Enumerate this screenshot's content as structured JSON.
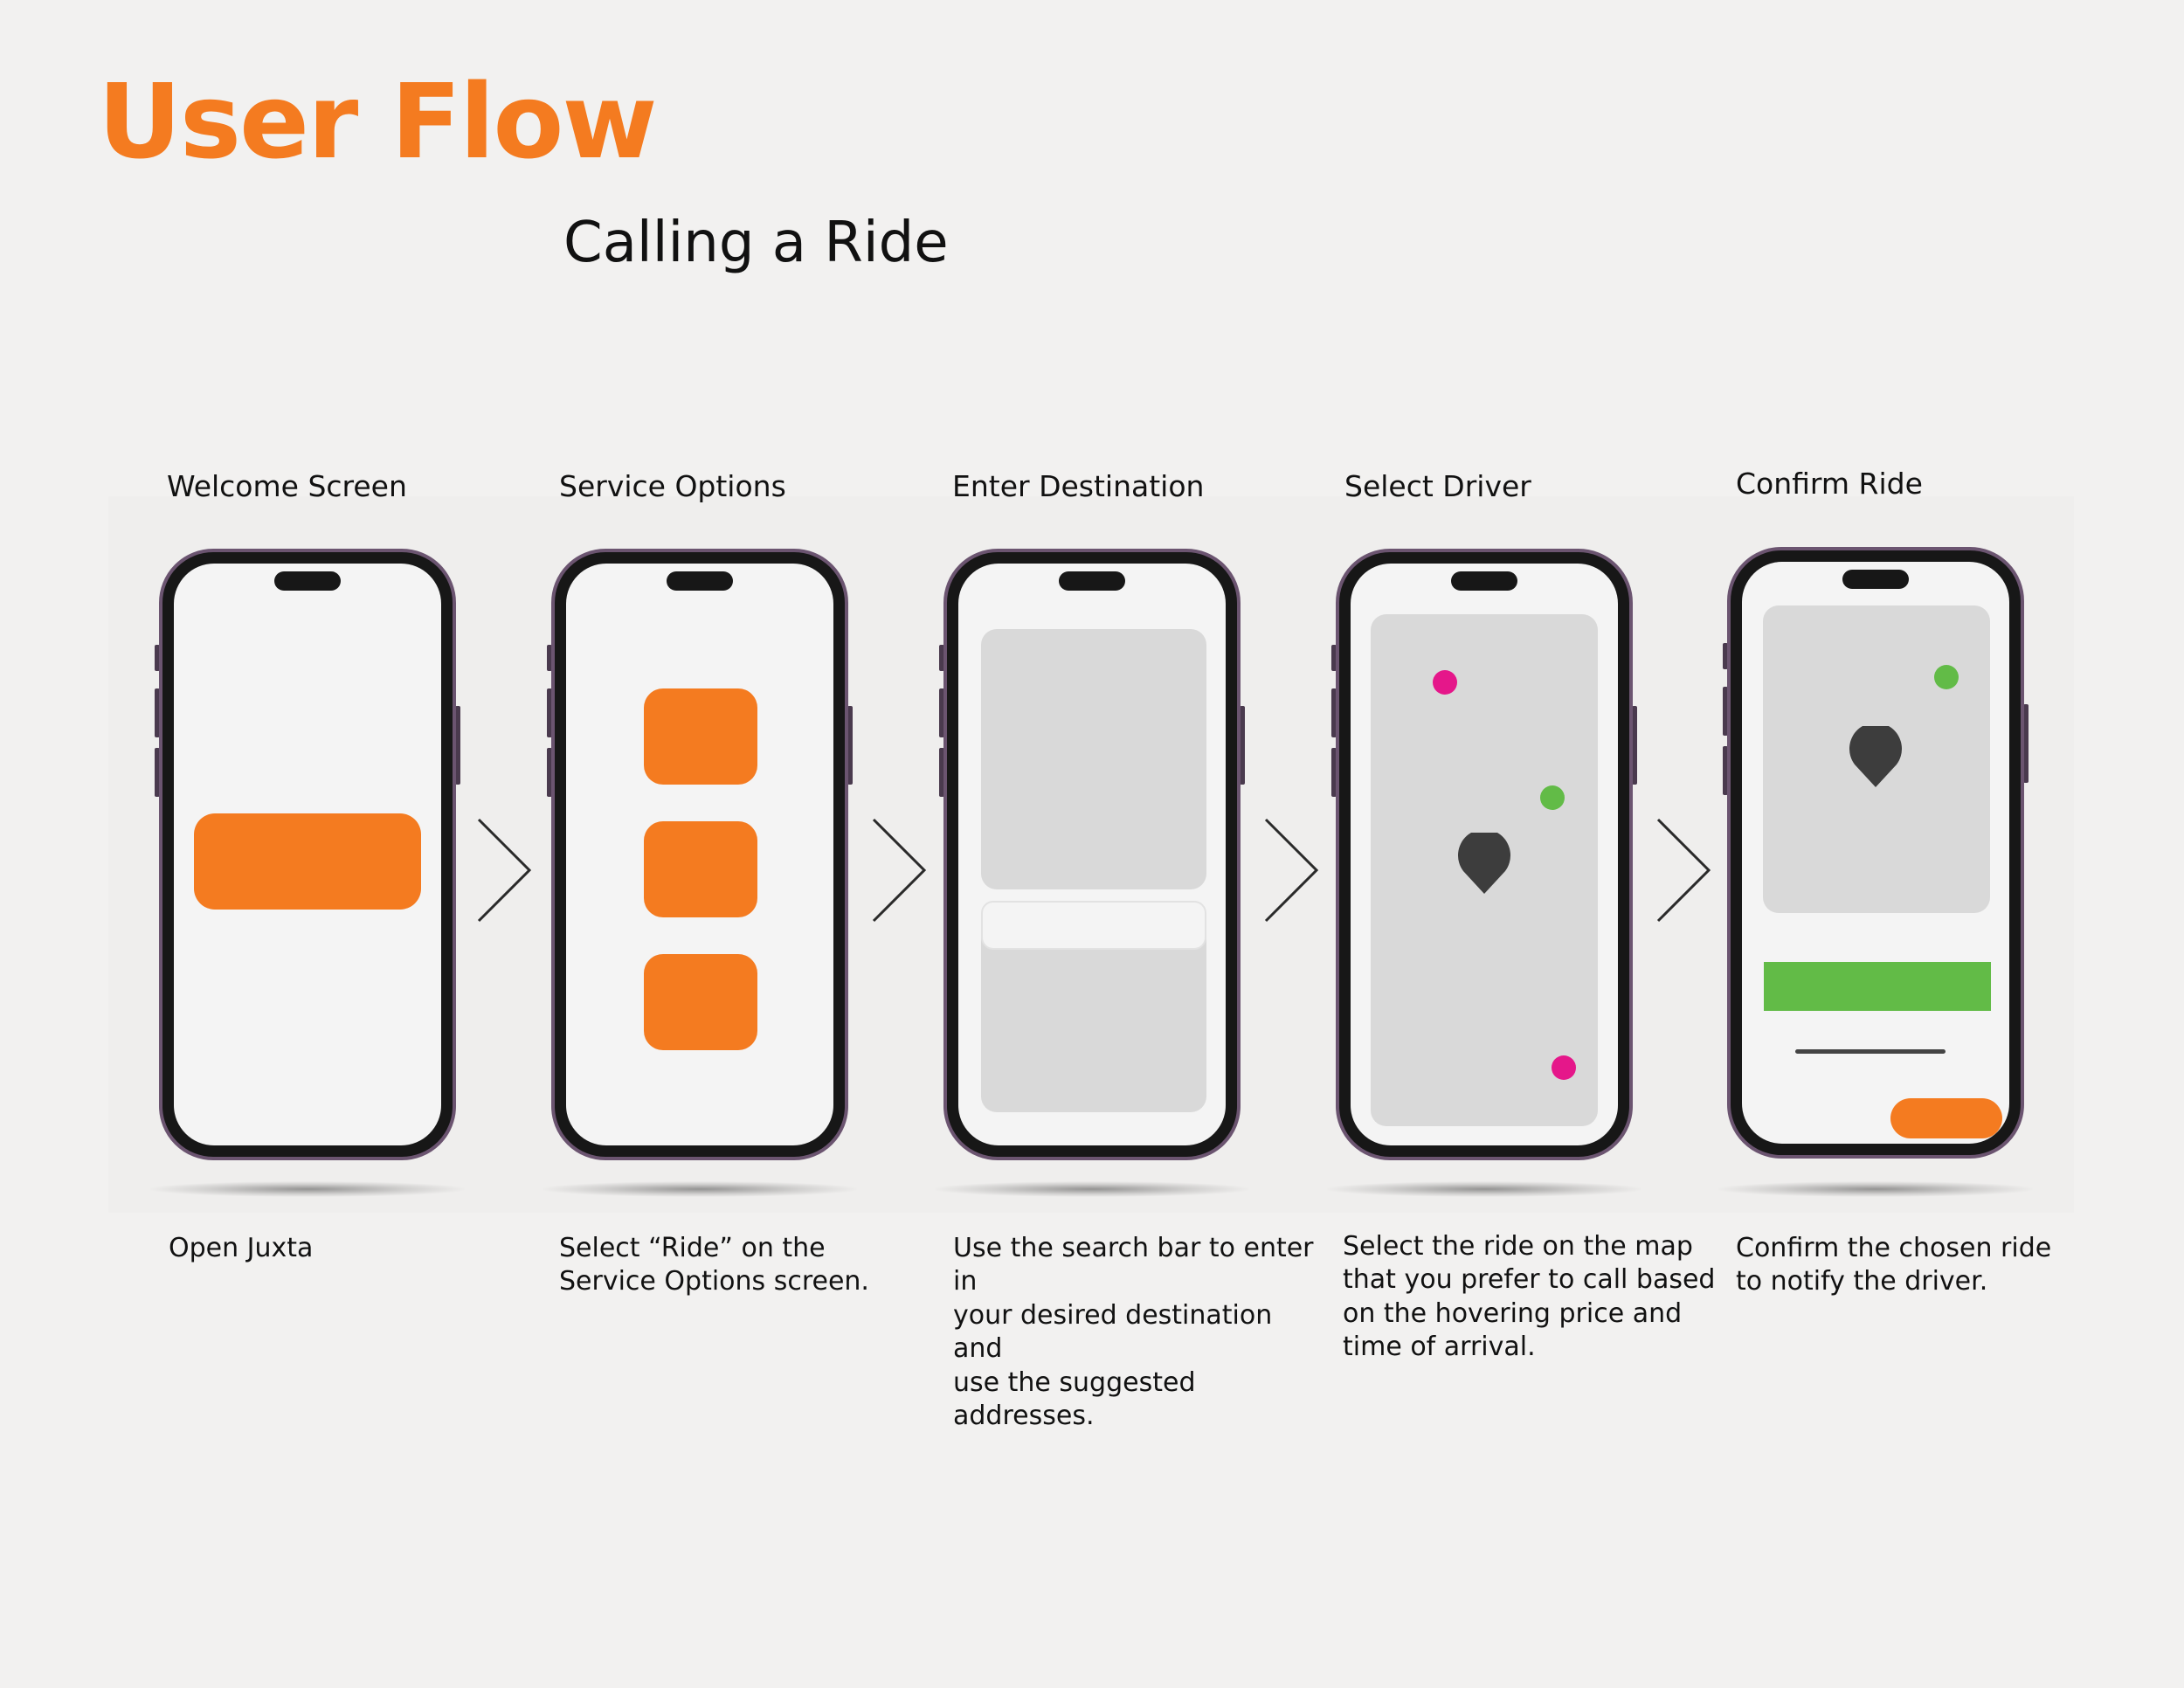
{
  "title": "User Flow",
  "subtitle": "Calling a Ride",
  "colors": {
    "title": "#f47b20",
    "accent_orange": "#f47b20",
    "accent_green": "#62bb47",
    "pin_magenta": "#e5178a",
    "pin_dark": "#3d3d3d",
    "map_grey": "#d9d9d9",
    "phone_frame": "#171717",
    "phone_rim": "#6b5470"
  },
  "steps": [
    {
      "title": "Welcome Screen",
      "description": "Open Juxta"
    },
    {
      "title": "Service Options",
      "description": "Select “Ride” on the\nService Options screen."
    },
    {
      "title": "Enter Destination",
      "description": "Use the search bar to enter in\nyour desired destination and\nuse the suggested addresses."
    },
    {
      "title": "Select Driver",
      "description": "Select the ride on the map\nthat you prefer to call based\non the hovering price and\ntime of arrival."
    },
    {
      "title": "Confirm Ride",
      "description": "Confirm the chosen ride\nto notify the driver."
    }
  ],
  "icons": {
    "arrow": "chevron-right-icon",
    "pin": "map-pin-icon",
    "dot": "driver-dot-icon"
  }
}
